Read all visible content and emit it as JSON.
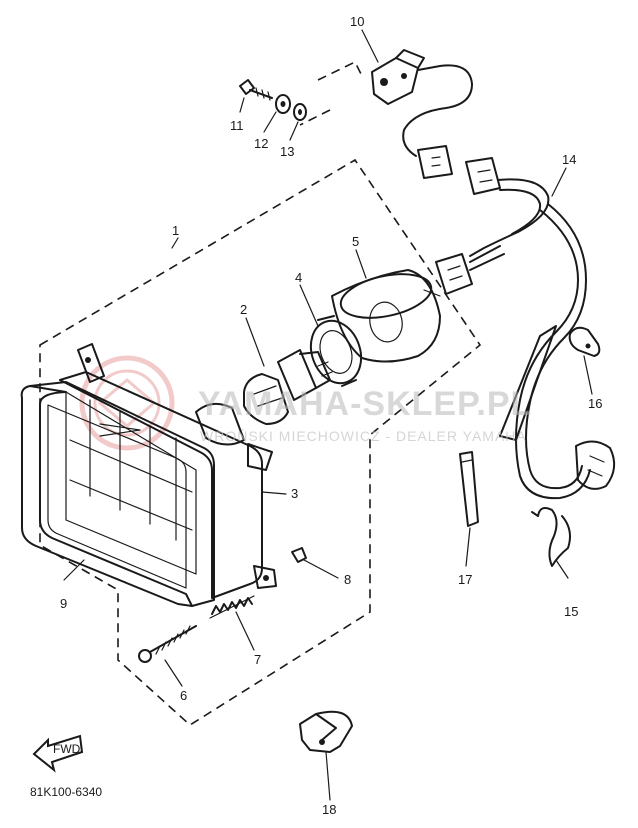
{
  "watermark": {
    "line1": "YAMAHA-SKLEP.PL",
    "line2": "WROŃSKI MIECHOWICZ - DEALER YAMAHA",
    "logo_color": "#e8a0a0"
  },
  "diagram": {
    "code": "81K100-6340",
    "fwd_label": "FWD"
  },
  "callouts": [
    {
      "id": "1",
      "label": "1"
    },
    {
      "id": "2",
      "label": "2"
    },
    {
      "id": "3",
      "label": "3"
    },
    {
      "id": "4",
      "label": "4"
    },
    {
      "id": "5",
      "label": "5"
    },
    {
      "id": "6",
      "label": "6"
    },
    {
      "id": "7",
      "label": "7"
    },
    {
      "id": "8",
      "label": "8"
    },
    {
      "id": "9",
      "label": "9"
    },
    {
      "id": "10",
      "label": "10"
    },
    {
      "id": "11",
      "label": "11"
    },
    {
      "id": "12",
      "label": "12"
    },
    {
      "id": "13",
      "label": "13"
    },
    {
      "id": "14",
      "label": "14"
    },
    {
      "id": "15",
      "label": "15"
    },
    {
      "id": "16",
      "label": "16"
    },
    {
      "id": "17",
      "label": "17"
    },
    {
      "id": "18",
      "label": "18"
    }
  ]
}
